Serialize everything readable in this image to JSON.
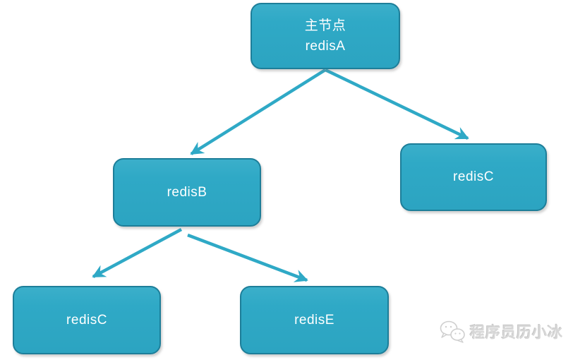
{
  "diagram": {
    "title": "redis-master-slave-replication-tree",
    "master_node": {
      "line1": "主节点",
      "line2": "redisA"
    },
    "nodes": [
      {
        "id": "redisB",
        "label": "redisB"
      },
      {
        "id": "redisC-right",
        "label": "redisC"
      },
      {
        "id": "redisC-bottom",
        "label": "redisC"
      },
      {
        "id": "redisE",
        "label": "redisE"
      }
    ],
    "edges": [
      {
        "from": "redisA",
        "to": "redisB"
      },
      {
        "from": "redisA",
        "to": "redisC-right"
      },
      {
        "from": "redisB",
        "to": "redisC-bottom"
      },
      {
        "from": "redisB",
        "to": "redisE"
      }
    ]
  },
  "watermark": {
    "icon": "wechat-chat-bubbles-icon",
    "text": "程序员历小冰"
  },
  "colors": {
    "node_fill": "#2fa9c6",
    "node_border": "#1d7e99",
    "arrow": "#2fa9c6",
    "node_text": "#ffffff",
    "watermark_text": "#d7d7d7"
  }
}
